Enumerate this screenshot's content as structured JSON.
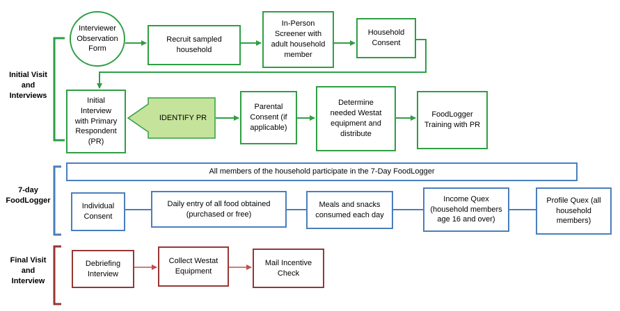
{
  "colors": {
    "green": "#2e9e44",
    "blue": "#4a7ebb",
    "red": "#963634",
    "identify_fill": "#c5e39a"
  },
  "sections": {
    "initial": "Initial Visit\nand\nInterviews",
    "foodlogger": "7-day\nFoodLogger",
    "final": "Final Visit\nand\nInterview"
  },
  "initial_visit": {
    "observation_form": "Interviewer\nObservation\nForm",
    "recruit": "Recruit sampled\nhousehold",
    "screener": "In-Person\nScreener with\nadult household\nmember",
    "household_consent": "Household\nConsent",
    "initial_interview": "Initial\nInterview\nwith Primary\nRespondent\n(PR)",
    "identify_pr": "IDENTIFY PR",
    "parental_consent": "Parental\nConsent (if\napplicable)",
    "equipment": "Determine\nneeded Westat\nequipment and\ndistribute",
    "training": "FoodLogger\nTraining with PR"
  },
  "foodlogger": {
    "banner": "All members of the household participate in the 7-Day FoodLogger",
    "individual_consent": "Individual\nConsent",
    "daily_entry": "Daily entry of all food obtained\n(purchased or free)",
    "meals": "Meals and snacks\nconsumed each day",
    "income": "Income Quex\n(household members\nage 16 and over)",
    "profile": "Profile Quex (all\nhousehold\nmembers)"
  },
  "final_visit": {
    "debriefing": "Debriefing\nInterview",
    "collect": "Collect Westat\nEquipment",
    "mail": "Mail Incentive\nCheck"
  }
}
